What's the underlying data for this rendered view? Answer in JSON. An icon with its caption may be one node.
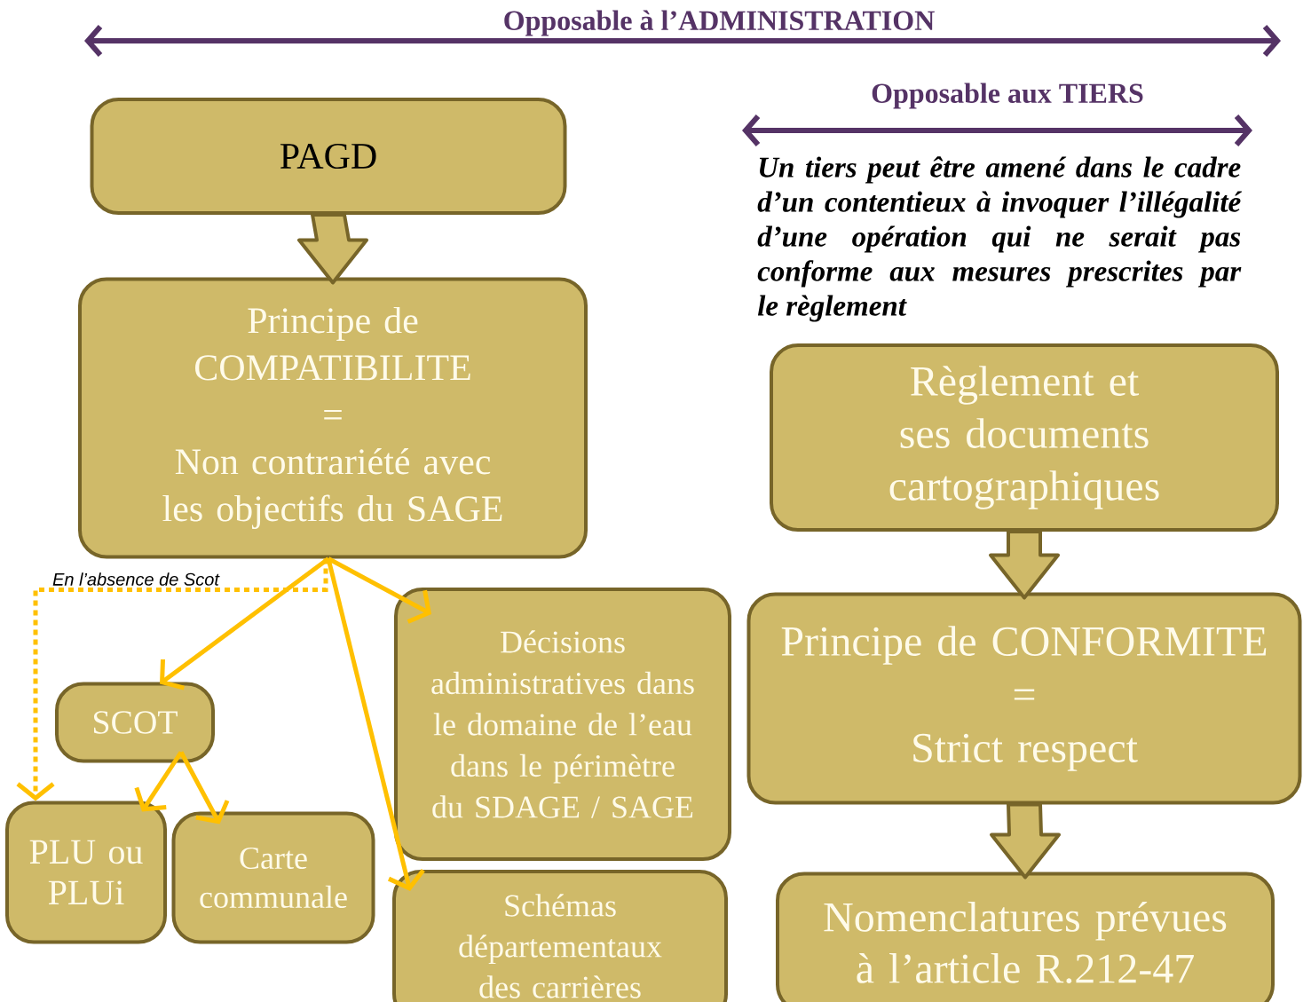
{
  "diagram": {
    "nodes": [
      {
        "text": [
          "PAGD"
        ]
      },
      {
        "text": [
          "Principe de COMPATIBILITE",
          "=",
          "Non contrariété avec les objectifs du SAGE"
        ]
      },
      {
        "text": [
          "SCOT"
        ]
      },
      {
        "text": [
          "PLU ou PLUi"
        ]
      },
      {
        "text": [
          "Carte communale"
        ]
      },
      {
        "text": [
          "Décisions administratives dans le domaine de l’eau dans le périmètre du SDAGE / SAGE"
        ]
      },
      {
        "text": [
          "Schémas départementaux des carrières"
        ]
      },
      {
        "text": [
          "Règlement et ses documents cartographiques"
        ]
      },
      {
        "text": [
          "Principe de CONFORMITE",
          "=",
          "Strict respect"
        ]
      },
      {
        "text": [
          "Nomenclatures prévues à l’article R.212-47"
        ]
      }
    ],
    "edges": [
      {
        "from": 0,
        "to": 1,
        "arrow": "to",
        "style": "thick",
        "color": "#cfba69"
      },
      {
        "from": 1,
        "to": 2,
        "arrow": "to"
      },
      {
        "from": 1,
        "to": 5,
        "arrow": "to"
      },
      {
        "from": 1,
        "to": 6,
        "arrow": "to"
      },
      {
        "from": 1,
        "to": 3,
        "arrow": "to",
        "style": "dashed",
        "label": "En l’absence de Scot"
      },
      {
        "from": 2,
        "to": 3,
        "arrow": "to"
      },
      {
        "from": 2,
        "to": 4,
        "arrow": "to"
      },
      {
        "from": 7,
        "to": 8,
        "arrow": "to",
        "style": "thick",
        "color": "#cfba69"
      },
      {
        "from": 8,
        "to": 9,
        "arrow": "to",
        "style": "thick",
        "color": "#cfba69"
      }
    ],
    "labels": [
      "Opposable à l’ADMINISTRATION",
      "Opposable aux TIERS",
      "Un tiers peut être amené dans le cadre d’un contentieux à invoquer l’illégalité d’une opération qui ne serait pas conforme aux mesures prescrites par le règlement"
    ]
  }
}
